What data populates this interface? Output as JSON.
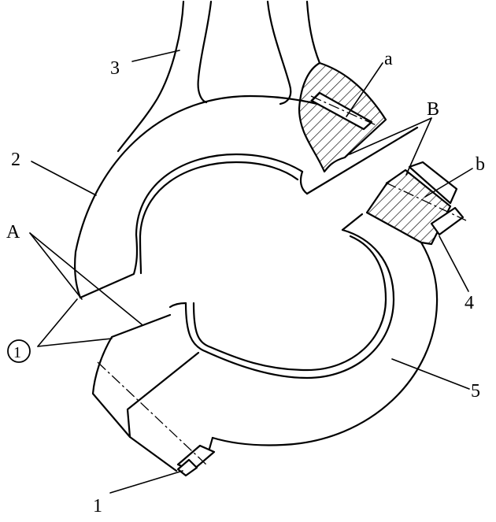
{
  "labels": {
    "part1": "1",
    "part2": "2",
    "part3": "3",
    "part4": "4",
    "part5": "5",
    "a": "a",
    "b": "b",
    "A": "A",
    "B": "B",
    "circled1": "1"
  }
}
